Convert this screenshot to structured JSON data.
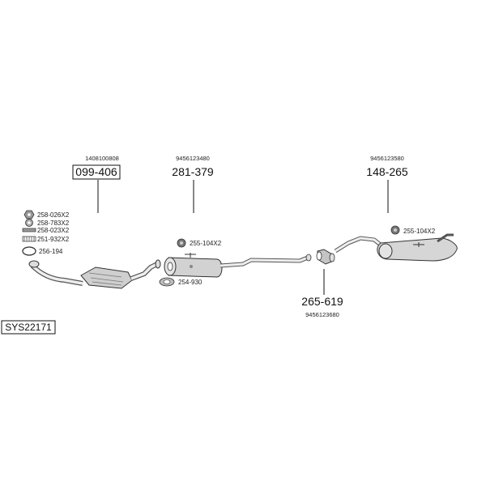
{
  "system_code": "SYS22171",
  "parts": [
    {
      "code": "1408100808",
      "number": "099-406"
    },
    {
      "code": "9456123480",
      "number": "281-379"
    },
    {
      "code": "9456123580",
      "number": "148-265"
    },
    {
      "code": "9456123680",
      "number": "265-619"
    }
  ],
  "accessories": [
    {
      "label": "258-026X2",
      "icon": "nut-icon"
    },
    {
      "label": "258-783X2",
      "icon": "washer-icon"
    },
    {
      "label": "258-023X2",
      "icon": "bolt-icon"
    },
    {
      "label": "251-932X2",
      "icon": "spring-icon"
    },
    {
      "label": "256-194",
      "icon": "gasket-ring-icon"
    },
    {
      "label": "255-104X2",
      "icon": "rubber-mount-icon"
    },
    {
      "label": "254-930",
      "icon": "clamp-icon"
    },
    {
      "label": "255-104X2",
      "icon": "rubber-mount-icon"
    }
  ]
}
